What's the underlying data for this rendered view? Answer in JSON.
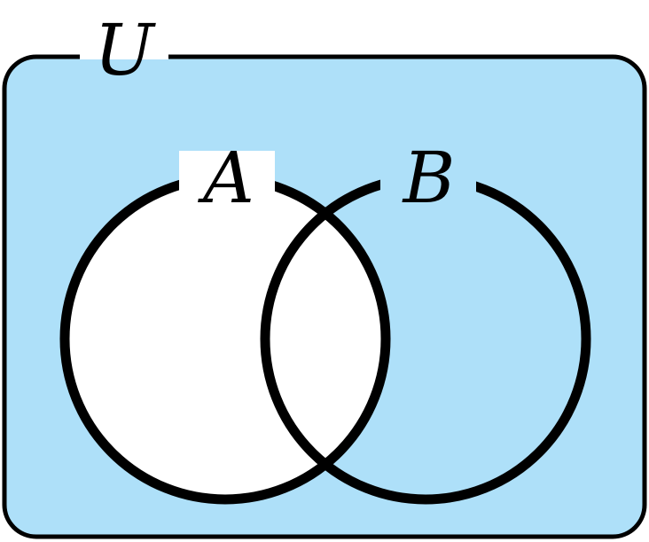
{
  "diagram": {
    "type": "venn",
    "universe_label": "U",
    "sets": [
      {
        "label": "A",
        "shaded": false
      },
      {
        "label": "B",
        "shaded": true
      }
    ],
    "shaded_region": "complement of A",
    "colors": {
      "shade": "#aee0f9",
      "unshaded": "#ffffff",
      "outline": "#000000",
      "background": "#ffffff"
    }
  }
}
